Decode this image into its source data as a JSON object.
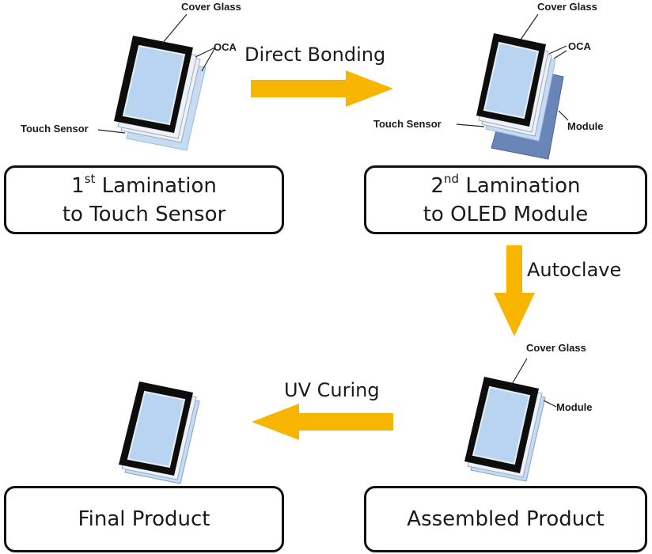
{
  "colors": {
    "arrow": "#f7b500",
    "cover_glass_frame": "#0d0d0d",
    "cover_glass_fill": "#b8d4f0",
    "oca": "#eef2f8",
    "touch_sensor": "#c6dcf2",
    "module": "#6a86b8"
  },
  "stages": {
    "first": {
      "num": "1",
      "sup": "st",
      "word": "Lamination",
      "line2": "to Touch Sensor"
    },
    "second": {
      "num": "2",
      "sup": "nd",
      "word": "Lamination",
      "line2": "to OLED Module"
    },
    "assembled": {
      "label": "Assembled Product"
    },
    "final": {
      "label": "Final Product"
    }
  },
  "steps": {
    "direct_bonding": "Direct Bonding",
    "autoclave": "Autoclave",
    "uv_curing": "UV Curing"
  },
  "parts": {
    "cover_glass": "Cover Glass",
    "oca": "OCA",
    "touch_sensor": "Touch Sensor",
    "module": "Module"
  }
}
